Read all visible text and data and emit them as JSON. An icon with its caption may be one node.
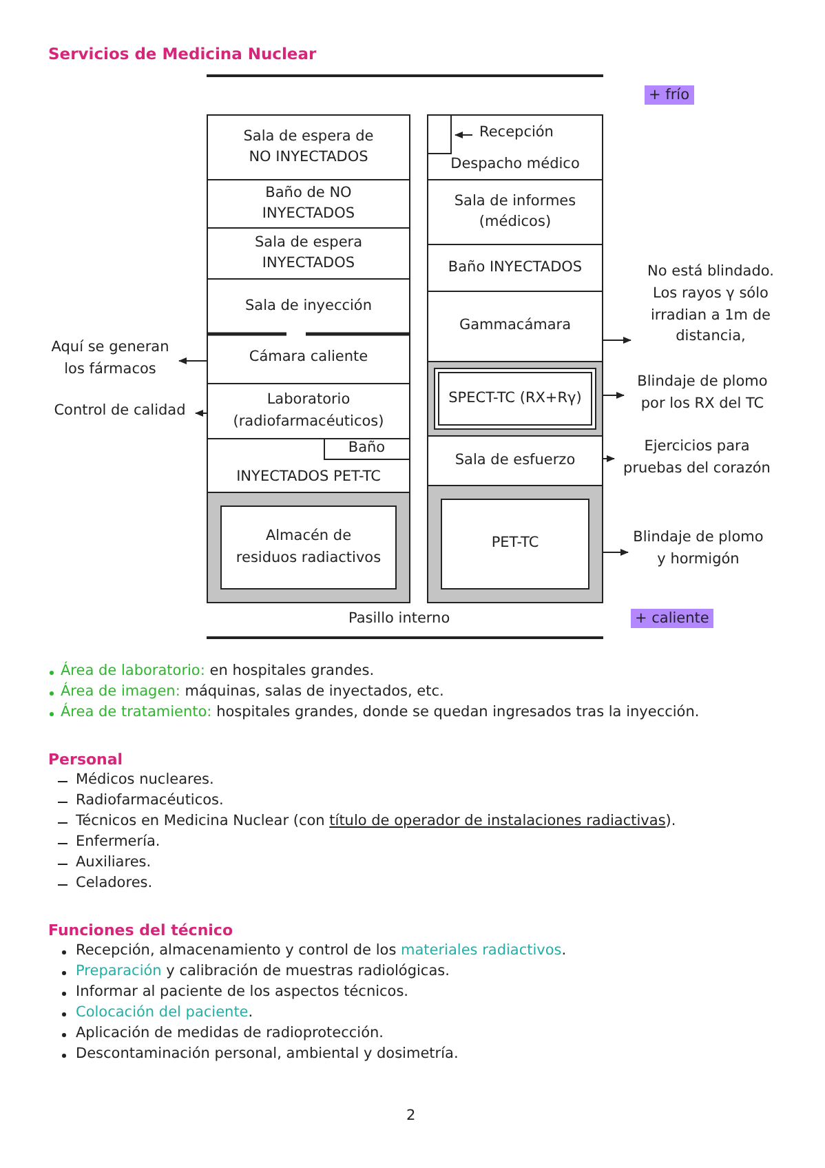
{
  "diagram": {
    "title": "Servicios de Medicina Nuclear",
    "nodes": [
      {
        "text": [
          "Sala de espera de NO INYECTADOS"
        ]
      },
      {
        "text": [
          "Baño de NO INYECTADOS"
        ]
      },
      {
        "text": [
          "Sala de espera INYECTADOS"
        ]
      },
      {
        "text": [
          "Sala de inyección"
        ]
      },
      {
        "text": [
          "Cámara caliente"
        ]
      },
      {
        "text": [
          "Laboratorio (radiofarmacéuticos)"
        ]
      },
      {
        "text": [
          "INYECTADOS PET-TC"
        ]
      },
      {
        "text": [
          "Baño"
        ],
        "in": 6
      },
      {
        "text": [
          "Almacén de residuos radiactivos"
        ]
      },
      {
        "text": [
          "Despacho médico"
        ]
      },
      {
        "text": [],
        "shape": "box",
        "in": 9
      },
      {
        "text": [
          "Recepción"
        ],
        "in": 9
      },
      {
        "text": [
          "Sala de informes (médicos)"
        ]
      },
      {
        "text": [
          "Baño INYECTADOS"
        ]
      },
      {
        "text": [
          "Gammacámara"
        ]
      },
      {
        "text": [
          "SPECT-TC (RX+Rγ)"
        ]
      },
      {
        "text": [
          "Sala de esfuerzo"
        ]
      },
      {
        "text": [
          "PET-TC"
        ]
      },
      {
        "text": [
          "Aquí se generan los fármacos"
        ]
      },
      {
        "text": [
          "Control de calidad"
        ]
      },
      {
        "text": [
          "No está blindado. Los rayos γ sólo irradian a 1m de distancia,"
        ]
      },
      {
        "text": [
          "Blindaje de plomo por los RX del TC"
        ]
      },
      {
        "text": [
          "Ejercicios para pruebas del corazón"
        ]
      },
      {
        "text": [
          "Blindaje de plomo y hormigón"
        ]
      }
    ],
    "edges": [
      {
        "from": 11,
        "to": 10,
        "arrow": "to"
      },
      {
        "from": 4,
        "to": 18,
        "arrow": "to"
      },
      {
        "from": 5,
        "to": 19,
        "arrow": "to"
      },
      {
        "from": 14,
        "to": 20,
        "arrow": "to"
      },
      {
        "from": 15,
        "to": 21,
        "arrow": "to"
      },
      {
        "from": 16,
        "to": 22,
        "arrow": "to"
      },
      {
        "from": 17,
        "to": 23,
        "arrow": "to"
      }
    ],
    "labels": [
      "+ frío",
      "Pasillo interno",
      "+ caliente",
      "*Área de laboratorio:* en hospitales grandes.",
      "*Área de imagen:* máquinas, salas de inyectados, etc.",
      "*Área de tratamiento:* hospitales grandes, donde se quedan ingresados tras la inyección.",
      "Personal",
      "Médicos nucleares.",
      "Radiofarmacéuticos.",
      "Técnicos en Medicina Nuclear (con *título de operador de instalaciones radiactivas*).",
      "Enfermería.",
      "Auxiliares.",
      "Celadores.",
      "Funciones del técnico",
      "Recepción, almacenamiento y control de los *materiales radiactivos*.",
      "*Preparación* y calibración de muestras radiológicas.",
      "Informar al paciente de los aspectos técnicos.",
      "*Colocación del paciente*.",
      "Aplicación de medidas de radioprotección.",
      "Descontaminación personal, ambiental y dosimetría.",
      "2"
    ]
  }
}
